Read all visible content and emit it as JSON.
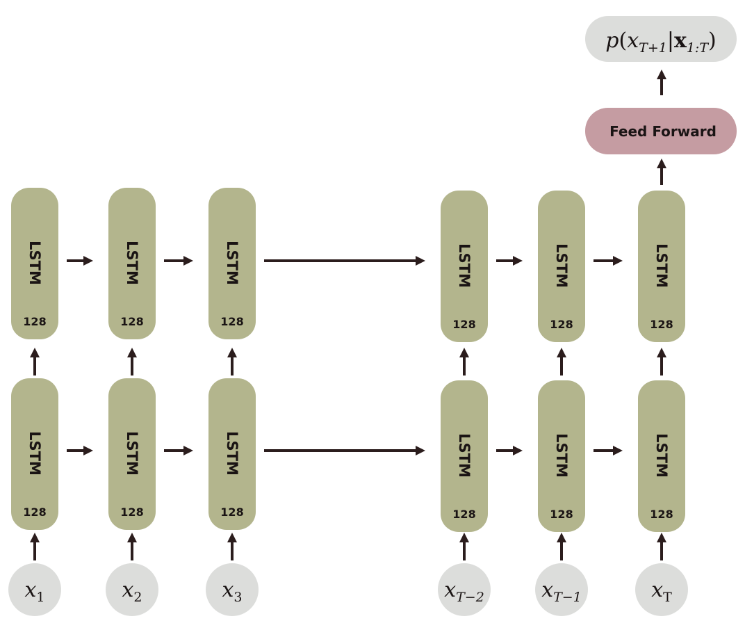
{
  "columns": [
    {
      "input": {
        "var": "x",
        "sub": "1"
      },
      "lower": {
        "label": "LSTM",
        "units": "128"
      },
      "upper": {
        "label": "LSTM",
        "units": "128"
      }
    },
    {
      "input": {
        "var": "x",
        "sub": "2"
      },
      "lower": {
        "label": "LSTM",
        "units": "128"
      },
      "upper": {
        "label": "LSTM",
        "units": "128"
      }
    },
    {
      "input": {
        "var": "x",
        "sub": "3"
      },
      "lower": {
        "label": "LSTM",
        "units": "128"
      },
      "upper": {
        "label": "LSTM",
        "units": "128"
      }
    },
    {
      "input": {
        "var": "x",
        "sub": "T−2"
      },
      "lower": {
        "label": "LSTM",
        "units": "128"
      },
      "upper": {
        "label": "LSTM",
        "units": "128"
      }
    },
    {
      "input": {
        "var": "x",
        "sub": "T−1"
      },
      "lower": {
        "label": "LSTM",
        "units": "128"
      },
      "upper": {
        "label": "LSTM",
        "units": "128"
      }
    },
    {
      "input": {
        "var": "x",
        "sub": "T"
      },
      "lower": {
        "label": "LSTM",
        "units": "128"
      },
      "upper": {
        "label": "LSTM",
        "units": "128"
      }
    }
  ],
  "feed_forward": {
    "label": "Feed Forward"
  },
  "output": {
    "p": "p",
    "open": "(",
    "x": "x",
    "x_sub": "T+1",
    "bar": "|",
    "bold_x": "x",
    "bold_sub": "1:T",
    "close": ")"
  },
  "colors": {
    "lstm": "#b3b58d",
    "feed_forward": "#c59ca2",
    "output_box": "#dcdddb",
    "input_node": "#dcdddb",
    "arrow": "#2b1d1d"
  }
}
